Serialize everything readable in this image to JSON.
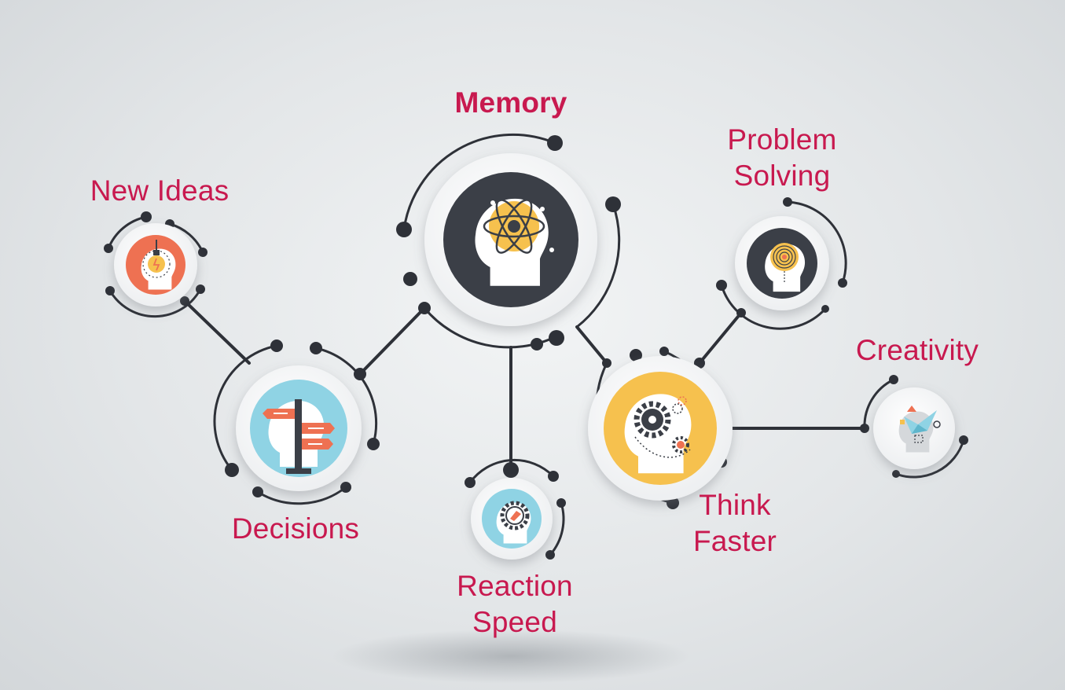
{
  "title": "Memory",
  "labels": {
    "memory": "Memory",
    "new_ideas": "New Ideas",
    "problem_solving_1": "Problem",
    "problem_solving_2": "Solving",
    "creativity": "Creativity",
    "decisions": "Decisions",
    "reaction_1": "Reaction",
    "reaction_2": "Speed",
    "think_1": "Think",
    "think_2": "Faster"
  },
  "icons": {
    "memory": "head-atom-icon",
    "new_ideas": "head-lightbulb-icon",
    "problem_solving": "head-maze-icon",
    "creativity": "head-origami-bird-icon",
    "decisions": "head-signpost-icon",
    "reaction_speed": "head-gear-icon",
    "think_faster": "head-gears-icon"
  },
  "colors": {
    "label": "#c8194f",
    "connector": "#2e3138",
    "head_dark": "#3b3f47",
    "orange": "#ee7152",
    "sky": "#8fd3e4",
    "yellow": "#f6c14e"
  }
}
